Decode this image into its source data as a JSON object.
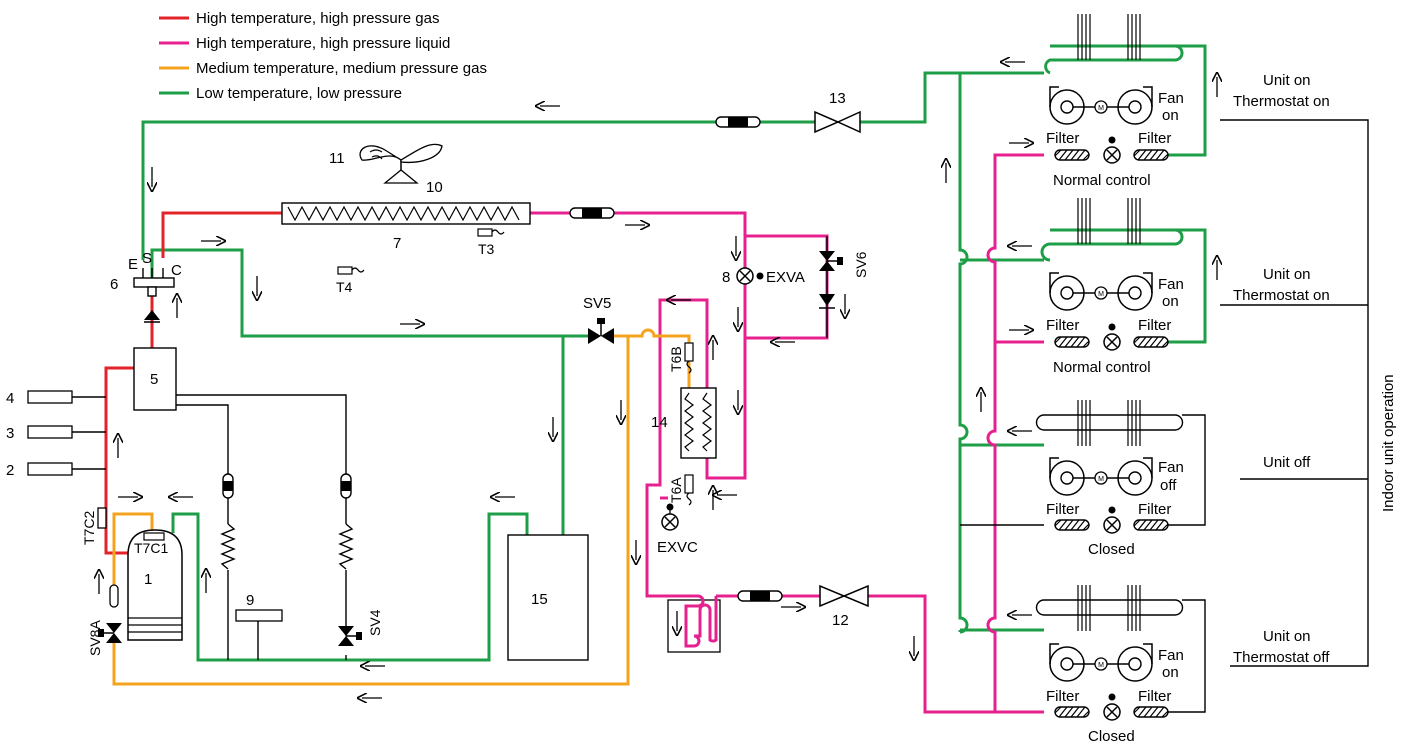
{
  "legend": {
    "high_gas": "High temperature, high pressure gas",
    "high_liquid": "High temperature, high pressure liquid",
    "medium_gas": "Medium temperature, medium pressure gas",
    "low": "Low temperature, low pressure"
  },
  "colors": {
    "high_gas": "#e3232a",
    "high_liquid": "#e6218f",
    "medium_gas": "#f4a31e",
    "low": "#1e9e47",
    "line": "#000000"
  },
  "components": {
    "c1": "1",
    "c2": "2",
    "c3": "3",
    "c4": "4",
    "c5": "5",
    "c6": "6",
    "c7": "7",
    "c8": "8",
    "c9": "9",
    "c10": "10",
    "c11": "11",
    "c12": "12",
    "c13": "13",
    "c14": "14",
    "c15": "15"
  },
  "valves": {
    "sv4": "SV4",
    "sv5": "SV5",
    "sv6": "SV6",
    "sv8a": "SV8A",
    "exva": "EXVA",
    "exvc": "EXVC"
  },
  "sensors": {
    "t3": "T3",
    "t4": "T4",
    "t6a": "T6A",
    "t6b": "T6B",
    "t7c1": "T7C1",
    "t7c2": "T7C2"
  },
  "four_way_ports": {
    "e": "E",
    "s": "S",
    "c": "C"
  },
  "indoor": {
    "filter": "Filter",
    "units": [
      {
        "status_line1": "Unit on",
        "status_line2": "Thermostat on",
        "fan_line1": "Fan",
        "fan_line2": "on",
        "control": "Normal control"
      },
      {
        "status_line1": "Unit on",
        "status_line2": "Thermostat on",
        "fan_line1": "Fan",
        "fan_line2": "on",
        "control": "Normal control"
      },
      {
        "status_line1": "Unit off",
        "status_line2": "",
        "fan_line1": "Fan",
        "fan_line2": "off",
        "control": "Closed"
      },
      {
        "status_line1": "Unit on",
        "status_line2": "Thermostat off",
        "fan_line1": "Fan",
        "fan_line2": "on",
        "control": "Closed"
      }
    ],
    "operation_label": "Indoor unit operation"
  }
}
